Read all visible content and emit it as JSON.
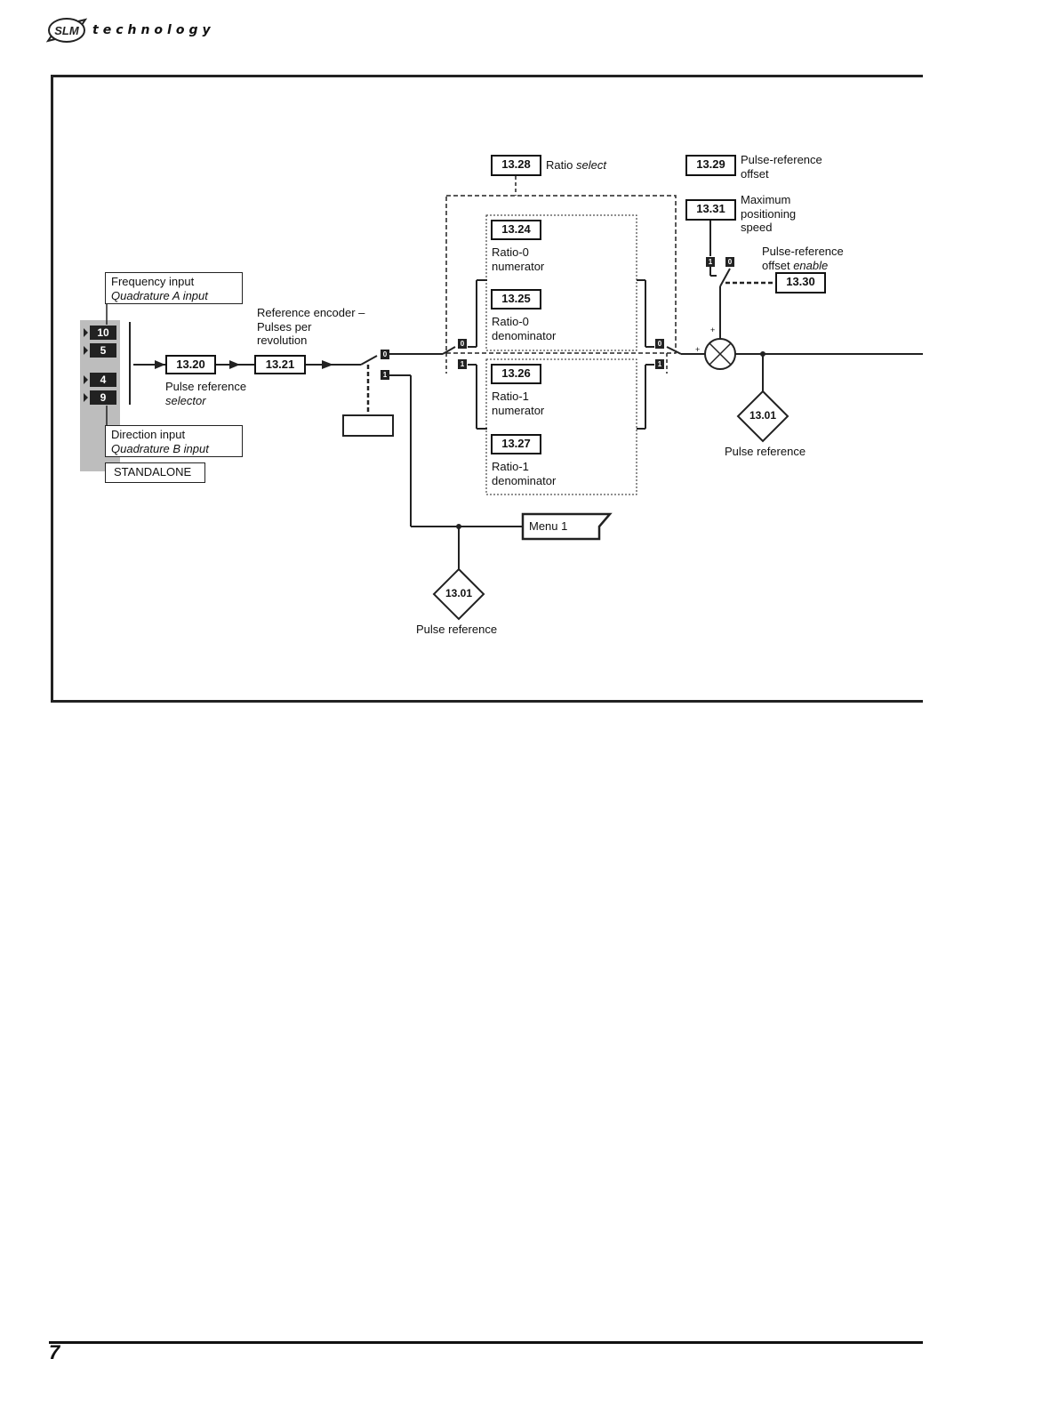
{
  "header": {
    "logo_mark": "SLM",
    "logo_text": "technology"
  },
  "terminals": [
    "10",
    "5",
    "4",
    "9"
  ],
  "labels": {
    "frequency_input": "Frequency input",
    "quadrature_a": "Quadrature A input",
    "direction_input": "Direction input",
    "quadrature_b": "Quadrature B input",
    "standalone": "STANDALONE",
    "pulse_ref_selector_1": "Pulse reference",
    "pulse_ref_selector_2": "selector",
    "ref_encoder_1": "Reference encoder –",
    "ref_encoder_2": "Pulses per",
    "ref_encoder_3": "revolution",
    "ratio_select_1": "Ratio",
    "ratio_select_2": "select",
    "ratio0_num_1": "Ratio-0",
    "ratio0_num_2": "numerator",
    "ratio0_den_1": "Ratio-0",
    "ratio0_den_2": "denominator",
    "ratio1_num_1": "Ratio-1",
    "ratio1_num_2": "numerator",
    "ratio1_den_1": "Ratio-1",
    "ratio1_den_2": "denominator",
    "pro_1": "Pulse-reference",
    "pro_2": "offset",
    "mps_1": "Maximum",
    "mps_2": "positioning",
    "mps_3": "speed",
    "proe_1": "Pulse-reference",
    "proe_2": "offset",
    "proe_3": "enable",
    "pulse_reference_right": "Pulse reference",
    "pulse_reference_bottom": "Pulse reference",
    "menu1": "Menu 1",
    "plus_top": "+",
    "plus_left": "+"
  },
  "params": {
    "p1320": "13.20",
    "p1321": "13.21",
    "p1328": "13.28",
    "p1324": "13.24",
    "p1325": "13.25",
    "p1326": "13.26",
    "p1327": "13.27",
    "p1329": "13.29",
    "p1331": "13.31",
    "p1330": "13.30",
    "p1301_right": "13.01",
    "p1301_bottom": "13.01"
  },
  "switch_labels": {
    "zero": "0",
    "one": "1"
  },
  "footer": {
    "page_number": "7"
  }
}
